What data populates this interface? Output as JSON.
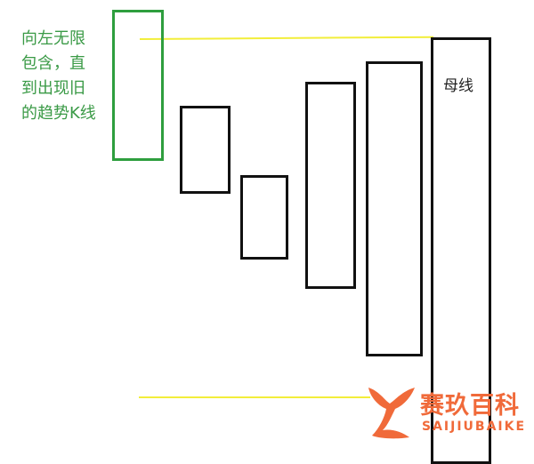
{
  "annotation": {
    "text": "向左无限\n包含，直\n到出现旧\n的趋势K线",
    "color": "#2e9e3e"
  },
  "mother_line": {
    "label": "母线"
  },
  "guide_line_color": "#f2ee3a",
  "candle_color": "#111111",
  "logo": {
    "title": "赛玖百科",
    "subtitle": "SAIJIUBAIKE",
    "color": "#f06a3a"
  }
}
